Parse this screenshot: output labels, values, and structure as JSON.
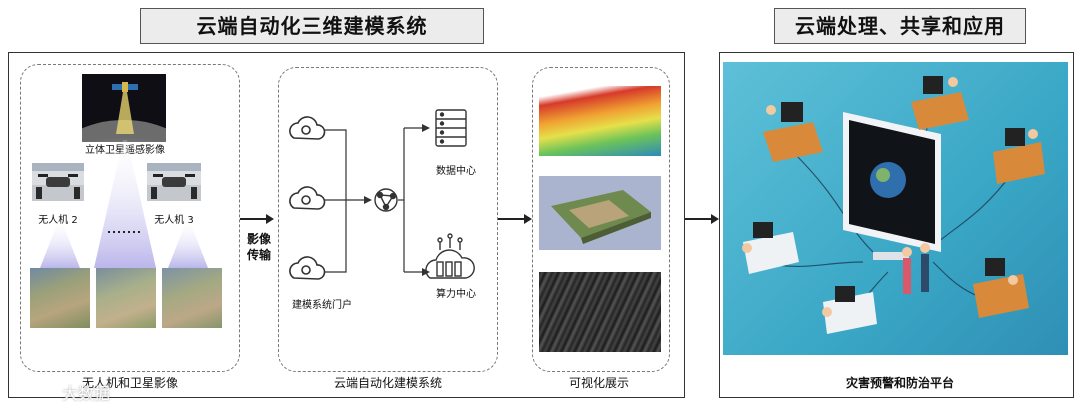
{
  "left_title": "云端自动化三维建模系统",
  "right_title": "云端处理、共享和应用",
  "acquisition": {
    "satellite_label": "立体卫星遥感影像",
    "drone2_label": "无人机 2",
    "drone3_label": "无人机 3",
    "caption": "无人机和卫星影像"
  },
  "transfer": {
    "line1": "影像",
    "line2": "传输"
  },
  "modeling": {
    "portal_label": "建模系统门户",
    "data_center": "数据中心",
    "compute_center": "算力中心",
    "caption": "云端自动化建模系统"
  },
  "visual": {
    "caption": "可视化展示"
  },
  "platform": {
    "caption": "灾害预警和防治平台"
  },
  "watermark": "大数据",
  "colors": {
    "accent_blue": "#2c8bb8",
    "beam": "#c9c6ef",
    "teal_bg": "#3aa7c6"
  }
}
